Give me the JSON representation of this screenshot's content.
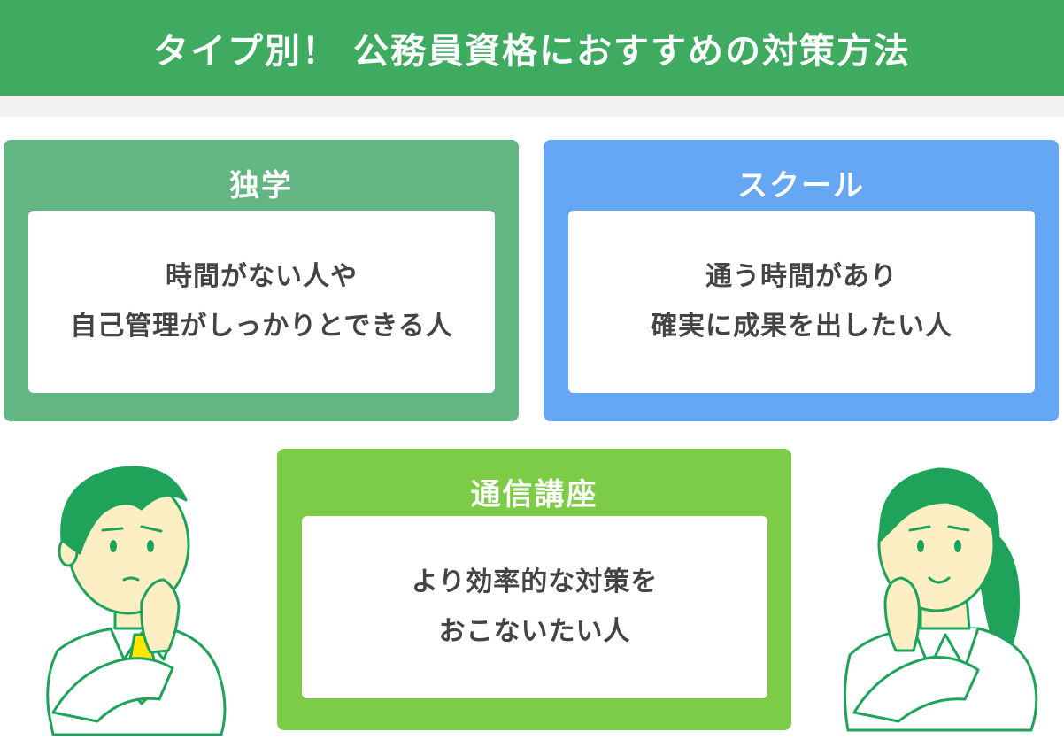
{
  "header": {
    "title": "タイプ別！ 公務員資格におすすめの対策方法"
  },
  "cards": {
    "self_study": {
      "title": "独学",
      "lines": [
        "時間がない人や",
        "自己管理がしっかりとできる人"
      ],
      "color": "#63b582"
    },
    "school": {
      "title": "スクール",
      "lines": [
        "通う時間があり",
        "確実に成果を出したい人"
      ],
      "color": "#66a7f3"
    },
    "correspondence": {
      "title": "通信講座",
      "lines": [
        "より効率的な対策を",
        "おこないたい人"
      ],
      "color": "#7ccc47"
    }
  },
  "colors": {
    "header": "#3fab61",
    "illustration_green": "#1fa35a",
    "skin": "#fdeec4",
    "tie": "#ffe600"
  },
  "illustrations": [
    "thinking-man-icon",
    "thinking-woman-icon"
  ]
}
